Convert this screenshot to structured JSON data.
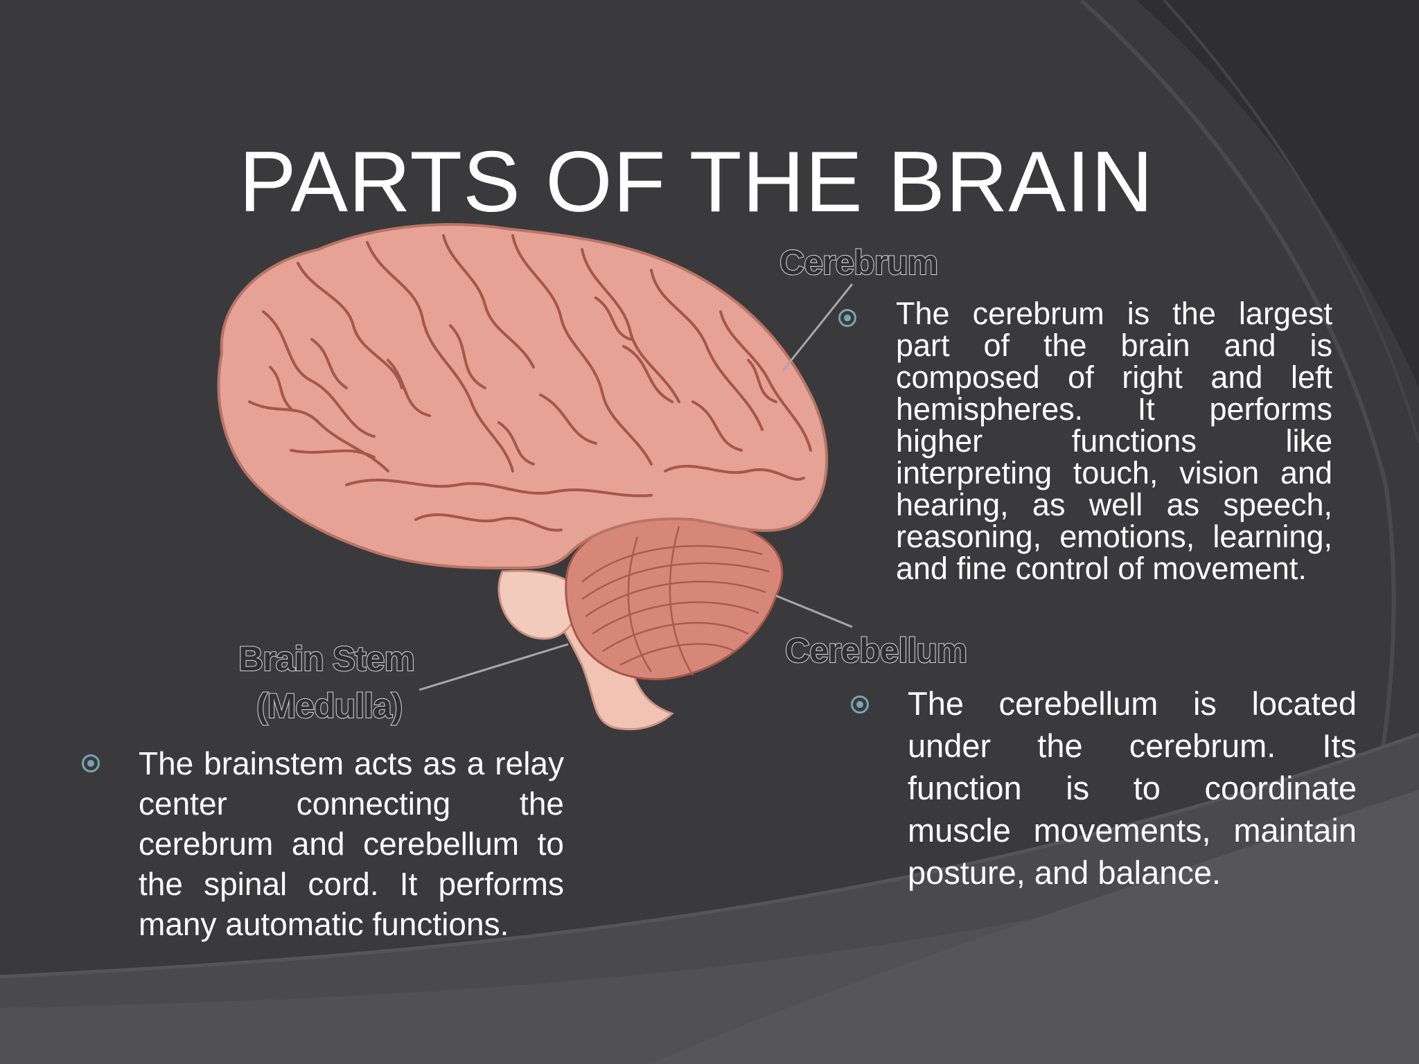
{
  "slide": {
    "title": "PARTS OF THE BRAIN"
  },
  "diagram": {
    "labels": {
      "cerebrum": "Cerebrum",
      "cerebellum": "Cerebellum",
      "brain_stem_line1": "Brain Stem",
      "brain_stem_line2": "(Medulla)"
    }
  },
  "bullets": {
    "cerebrum": "The cerebrum is the largest part of the brain and is composed of right and left hemispheres. It performs higher functions like interpreting touch, vision and hearing, as well as speech, reasoning, emotions, learning, and fine control of movement.",
    "cerebellum": "The cerebellum is located under the cerebrum. Its function is to coordinate muscle movements, maintain posture, and balance.",
    "brainstem": "The brainstem acts as a relay center connecting the cerebrum and cerebellum to the spinal cord. It performs many automatic functions."
  },
  "colors": {
    "background": "#3a3a3c",
    "bullet_accent": "#7aa3b3",
    "brain_fill": "#e6a294",
    "brain_sulci": "#a4584a"
  },
  "icons": {
    "bullet": "ring-dot-bullet-icon"
  }
}
